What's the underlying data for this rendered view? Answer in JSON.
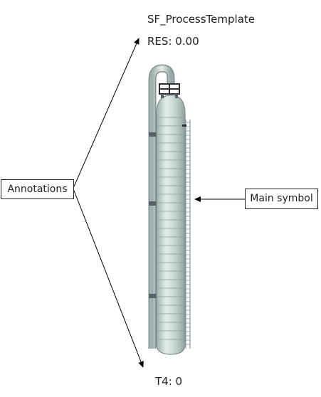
{
  "symbol": {
    "name": "SF_ProcessTemplate",
    "res": "RES: 0.00",
    "t4": "T4: 0"
  },
  "callouts": {
    "annotations": "Annotations",
    "main_symbol": "Main symbol"
  },
  "colors": {
    "column_body": "#b8c9c6",
    "column_highlight": "#e4eeec",
    "column_outline": "#7f908e",
    "ladder": "#8e9e9c",
    "manhole": "#55606a",
    "platform": "#2a2f36",
    "line": "#000000"
  }
}
